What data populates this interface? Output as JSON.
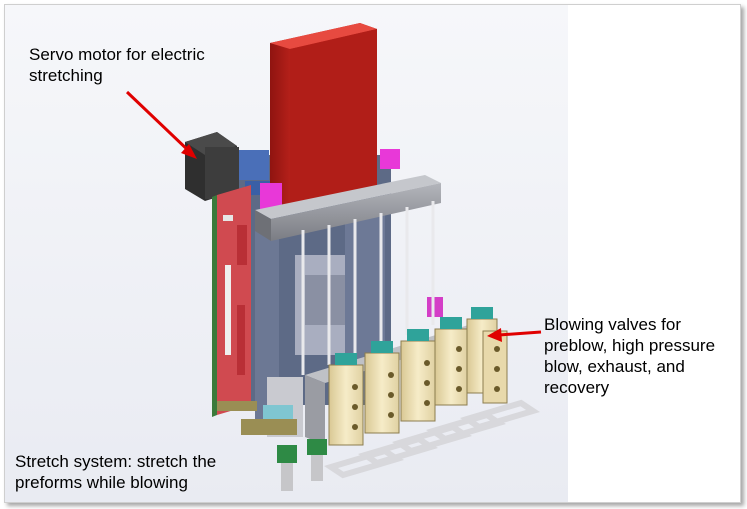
{
  "labels": {
    "motor": "Servo motor for electric stretching",
    "valves": "Blowing valves for preblow, high pressure blow, exhaust, and recovery",
    "stretch": "Stretch system: stretch the preforms while blowing"
  },
  "colors": {
    "arrow": "#e00000",
    "cylinder": "#c0201a",
    "frame_gray": "#8d8f96",
    "rail_pink": "#d04a50",
    "valve_body": "#f1e4bc",
    "valve_top": "#2fa39a",
    "bracket_magenta": "#e838d8",
    "motor": "#3b3b3b"
  },
  "valve_count": 6
}
